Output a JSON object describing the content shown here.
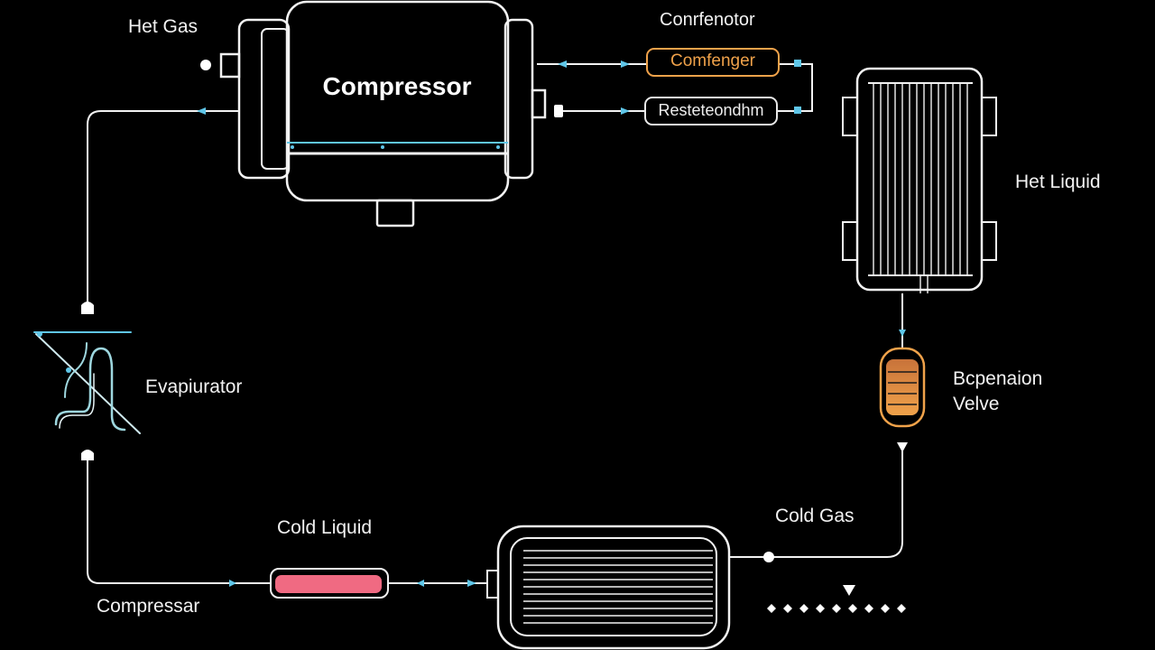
{
  "labels": {
    "hot_gas": "Het Gas",
    "condensor_heading": "Conrfenotor",
    "compressor": "Compressor",
    "condenser_box": "Comfenger",
    "resistor_box": "Resteteondhm",
    "hot_liquid": "Het Liquid",
    "expansion_line1": "Bcpenaion",
    "expansion_line2": "Velve",
    "evaporator": "Evapiurator",
    "cold_liquid": "Cold Liquid",
    "cold_gas": "Cold Gas",
    "compressar_bottom": "Compressar"
  },
  "colors": {
    "background": "#000000",
    "stroke": "#f2f2f2",
    "accent_cyan": "#5fc6e8",
    "accent_orange": "#f0a24a",
    "accent_pink": "#f06a82"
  }
}
